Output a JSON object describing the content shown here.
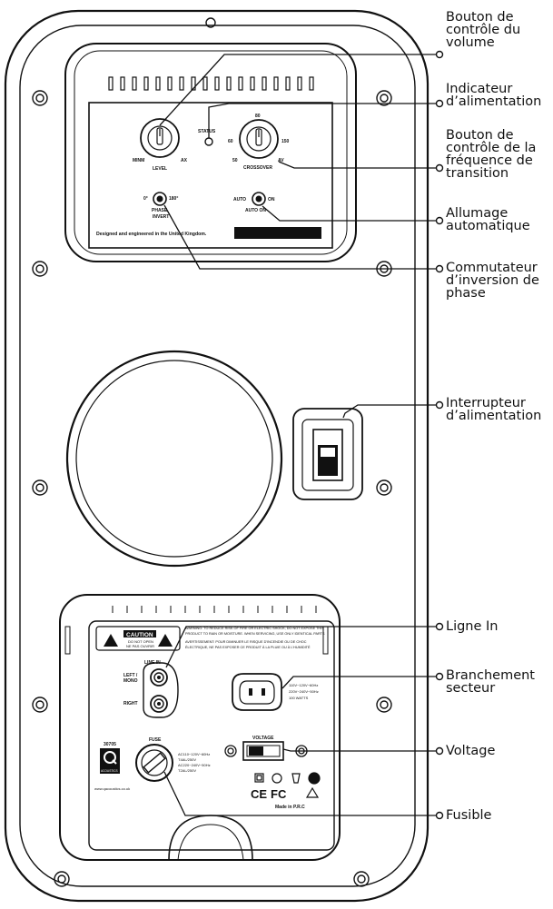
{
  "callouts": [
    {
      "id": "volume",
      "lines": [
        "Bouton de",
        "contrôle du",
        "volume"
      ]
    },
    {
      "id": "power-indicator",
      "lines": [
        "Indicateur",
        "d’alimentation"
      ]
    },
    {
      "id": "crossover",
      "lines": [
        "Bouton de",
        "contrôle de la",
        "fréquence de",
        "transition"
      ]
    },
    {
      "id": "auto-on",
      "lines": [
        "Allumage",
        "automatique"
      ]
    },
    {
      "id": "phase",
      "lines": [
        "Commutateur",
        "d’inversion de",
        "phase"
      ]
    },
    {
      "id": "power-switch",
      "lines": [
        "Interrupteur",
        "d’alimentation"
      ]
    },
    {
      "id": "line-in",
      "lines": [
        "Ligne In"
      ]
    },
    {
      "id": "mains",
      "lines": [
        "Branchement",
        "secteur"
      ]
    },
    {
      "id": "voltage",
      "lines": [
        "Voltage"
      ]
    },
    {
      "id": "fuse",
      "lines": [
        "Fusible"
      ]
    }
  ],
  "panel": {
    "level_min": "MINM",
    "level_max": "AX",
    "level_label": "LEVEL",
    "status_label": "STATUS",
    "crossover_top": "80",
    "crossover_left": "60",
    "crossover_right": "150",
    "crossover_bl": "50",
    "crossover_br": "AV",
    "crossover_label": "CROSSOVER",
    "phase_0": "0°",
    "phase_180": "180°",
    "phase_label1": "PHASE",
    "phase_label2": "INVERT",
    "auto_left": "AUTO",
    "auto_right": "ON",
    "auto_label": "AUTO ON",
    "designed": "Designed and engineered in the United Kingdom."
  },
  "lower": {
    "caution": "CAUTION",
    "do_not_open": "DO NOT OPEN",
    "ne_pas": "NE PAS OUVRIR",
    "warning1": "WARNING: TO REDUCE RISK OF FIRE OR ELECTRIC SHOCK, DO NOT EXPOSE THIS",
    "warning2": "PRODUCT TO RAIN OR MOISTURE. WHEN SERVICING, USE ONLY IDENTICAL PARTS",
    "avert1": "AVERTISSEMENT: POUR DIMINUER LE RISQUE D'INCENDIE OU DE CHOC",
    "avert2": "ÉLECTRIQUE, NE PAS EXPOSER CE PRODUIT À LA PLUIE OU À L'HUMIDITÉ",
    "line_in": "LINE IN",
    "left_mono1": "LEFT /",
    "left_mono2": "MONO",
    "right": "RIGHT",
    "volt1": "110V~120V~60Hz",
    "volt2": "220V~240V~50Hz",
    "volt3": "100 WATTS",
    "fuse": "FUSE",
    "fuse1": "AC110~120V~60Hz",
    "fuse2": "T4AL/250V",
    "fuse3": "AC220~240V~50Hz",
    "fuse4": "T2AL/250V",
    "voltage": "VOLTAGE",
    "code": "30705",
    "acoustics": "ACOUSTICS",
    "website": "www.qacoustics.co.uk",
    "made_in": "Made in P.R.C",
    "ce": "CE",
    "fc": "FC"
  }
}
